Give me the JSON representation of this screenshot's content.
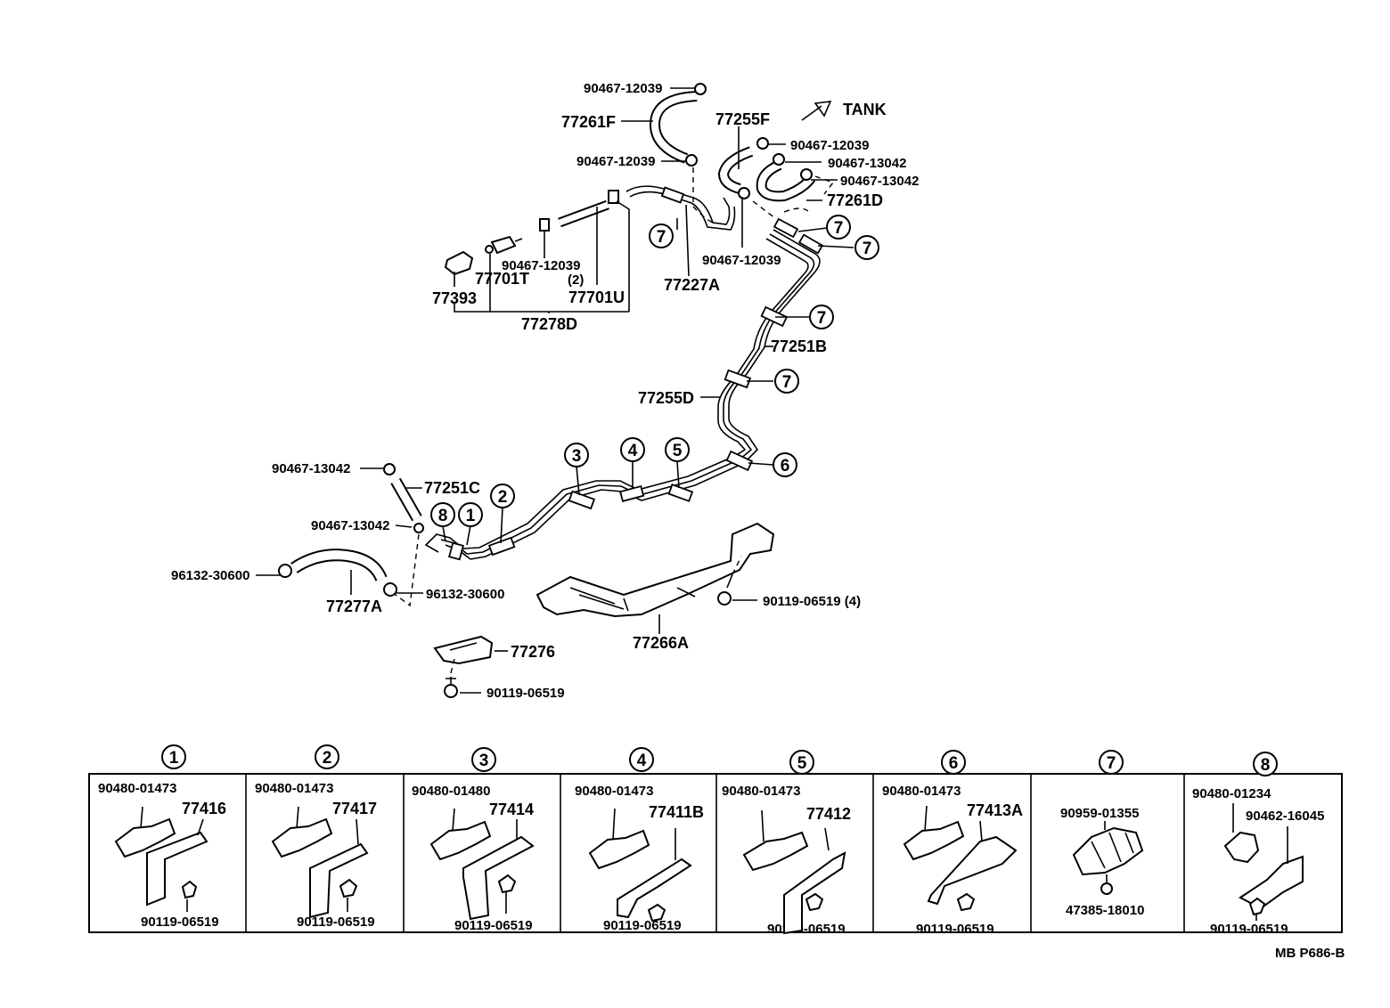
{
  "direction": {
    "label": "TANK"
  },
  "labels": {
    "p90467_12039_a": "90467-12039",
    "p77261F": "77261F",
    "p90467_12039_b": "90467-12039",
    "p77255F": "77255F",
    "p90467_12039_c": "90467-12039",
    "p90467_13042_a": "90467-13042",
    "p90467_13042_b": "90467-13042",
    "p77261D": "77261D",
    "p90467_12039_d": "90467-12039",
    "p90467_12039_e": "90467-12039",
    "qty_e": "(2)",
    "p77701T": "77701T",
    "p77393": "77393",
    "p77701U": "77701U",
    "p77278D": "77278D",
    "p77227A": "77227A",
    "p77251B": "77251B",
    "p77255D": "77255D",
    "p90467_13042_c": "90467-13042",
    "p77251C": "77251C",
    "p90467_13042_d": "90467-13042",
    "p96132_30600_a": "96132-30600",
    "p96132_30600_b": "96132-30600",
    "p77277A": "77277A",
    "p77276": "77276",
    "p90119_06519_a": "90119-06519",
    "p77266A": "77266A",
    "p90119_06519_b": "90119-06519 (4)"
  },
  "callouts": [
    "1",
    "2",
    "3",
    "4",
    "5",
    "6",
    "7",
    "8"
  ],
  "legend": [
    {
      "num": "1",
      "clamp": "90480-01473",
      "bracket": "77416",
      "bolt": "90119-06519"
    },
    {
      "num": "2",
      "clamp": "90480-01473",
      "bracket": "77417",
      "bolt": "90119-06519"
    },
    {
      "num": "3",
      "clamp": "90480-01480",
      "bracket": "77414",
      "bolt": "90119-06519"
    },
    {
      "num": "4",
      "clamp": "90480-01473",
      "bracket": "77411B",
      "bolt": "90119-06519"
    },
    {
      "num": "5",
      "clamp": "90480-01473",
      "bracket": "77412",
      "bolt": "90119-06519"
    },
    {
      "num": "6",
      "clamp": "90480-01473",
      "bracket": "77413A",
      "bolt": "90119-06519"
    },
    {
      "num": "7",
      "clamp": "90959-01355",
      "bracket": "",
      "bolt": "47385-18010"
    },
    {
      "num": "8",
      "clamp": "90480-01234",
      "bracket": "90462-16045",
      "bolt": "90119-06519"
    }
  ],
  "footer": {
    "code": "MB  P686-B"
  }
}
